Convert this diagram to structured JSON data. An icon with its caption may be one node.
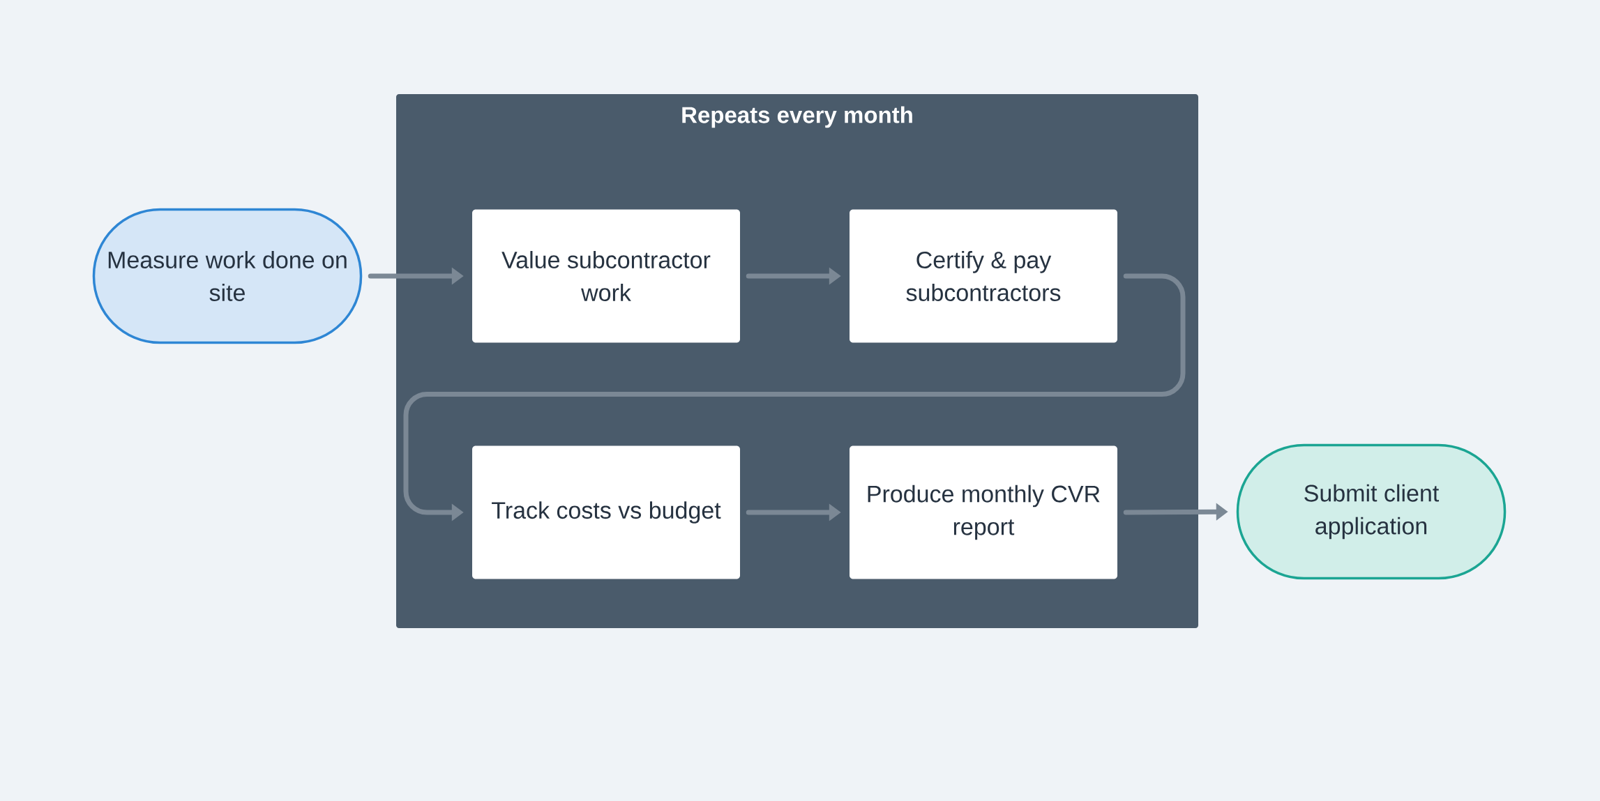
{
  "diagram": {
    "nodes": [
      {
        "text": [
          "Repeats every month"
        ]
      },
      {
        "text": [
          "Measure work done on site"
        ]
      },
      {
        "text": [
          "Value subcontractor work"
        ],
        "in": 0
      },
      {
        "text": [
          "Certify & pay subcontractors"
        ],
        "in": 0
      },
      {
        "text": [
          "Track costs vs budget"
        ],
        "in": 0
      },
      {
        "text": [
          "Produce monthly CVR report"
        ],
        "in": 0
      },
      {
        "text": [
          "Submit client application"
        ]
      }
    ],
    "edges": [
      {
        "from": 1,
        "to": 2,
        "arrow": "to"
      },
      {
        "from": 2,
        "to": 3,
        "arrow": "to"
      },
      {
        "from": 3,
        "to": 4,
        "arrow": "to"
      },
      {
        "from": 4,
        "to": 5,
        "arrow": "to"
      },
      {
        "from": 5,
        "to": 6,
        "arrow": "to"
      }
    ]
  }
}
